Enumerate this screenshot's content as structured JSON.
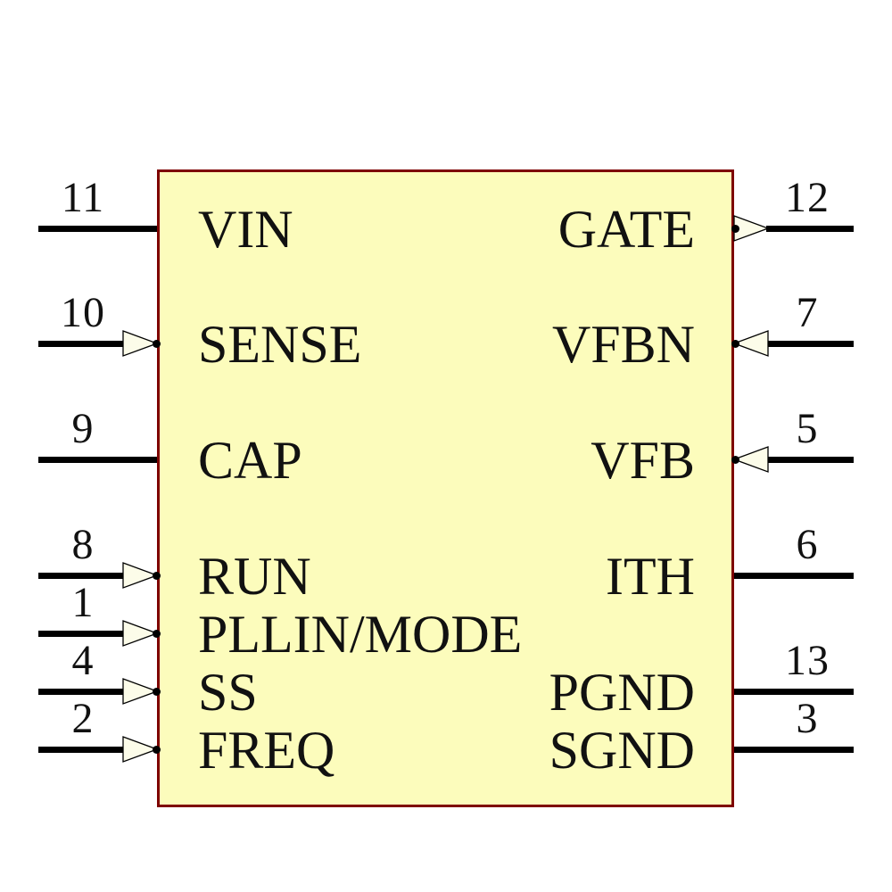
{
  "diagram": {
    "kind": "IC schematic symbol",
    "colors": {
      "body_fill": "#FCFCBC",
      "body_border": "#7E0000",
      "wire": "#000000",
      "arrow_fill": "#FCFCE9"
    }
  },
  "pins": {
    "left": [
      {
        "number": "11",
        "label": "VIN",
        "arrow": "none"
      },
      {
        "number": "10",
        "label": "SENSE",
        "arrow": "input"
      },
      {
        "number": "9",
        "label": "CAP",
        "arrow": "none"
      },
      {
        "number": "8",
        "label": "RUN",
        "arrow": "input"
      },
      {
        "number": "1",
        "label": "PLLIN/MODE",
        "arrow": "input"
      },
      {
        "number": "4",
        "label": "SS",
        "arrow": "input"
      },
      {
        "number": "2",
        "label": "FREQ",
        "arrow": "input"
      }
    ],
    "right": [
      {
        "number": "12",
        "label": "GATE",
        "arrow": "output"
      },
      {
        "number": "7",
        "label": "VFBN",
        "arrow": "input"
      },
      {
        "number": "5",
        "label": "VFB",
        "arrow": "input"
      },
      {
        "number": "6",
        "label": "ITH",
        "arrow": "none"
      },
      {
        "number": "13",
        "label": "PGND",
        "arrow": "none"
      },
      {
        "number": "3",
        "label": "SGND",
        "arrow": "none"
      }
    ]
  }
}
